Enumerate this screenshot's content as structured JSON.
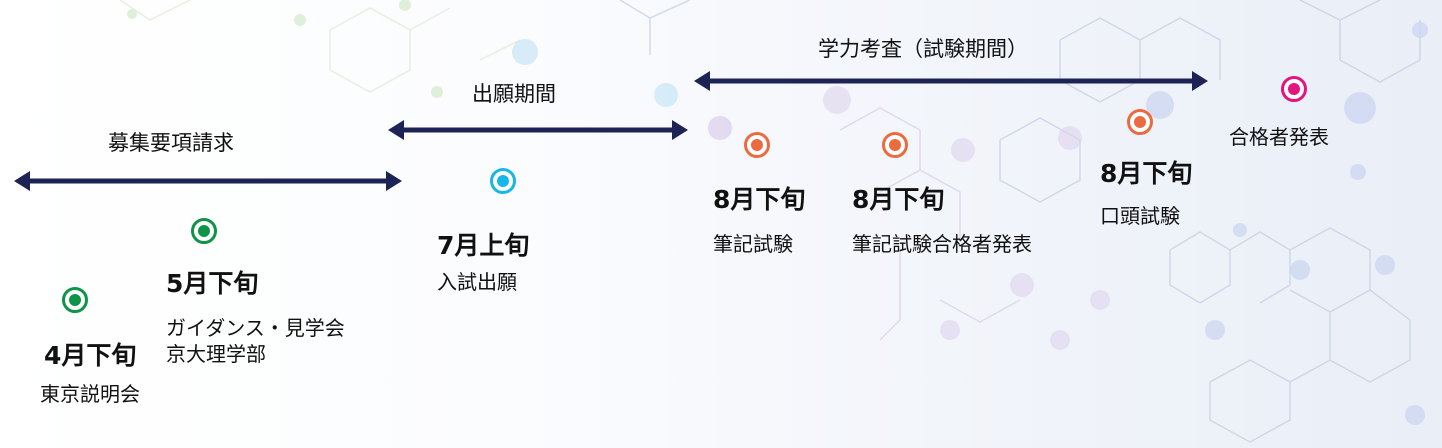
{
  "colors": {
    "arrow": "#1d2354",
    "green": "#0e9447",
    "cyan": "#16b7e8",
    "orange": "#ec6a3f",
    "magenta": "#e5127f"
  },
  "phases": {
    "request": "募集要項請求",
    "apply": "出願期間",
    "exam": "学力考査（試験期間）"
  },
  "events": [
    {
      "date": "4月下旬",
      "desc": "東京説明会",
      "color": "green"
    },
    {
      "date": "5月下旬",
      "desc1": "ガイダンス・見学会",
      "desc2": "京大理学部",
      "color": "green"
    },
    {
      "date": "7月上旬",
      "desc": "入試出願",
      "color": "cyan"
    },
    {
      "date": "8月下旬",
      "desc": "筆記試験",
      "color": "orange"
    },
    {
      "date": "8月下旬",
      "desc": "筆記試験合格者発表",
      "color": "orange"
    },
    {
      "date": "8月下旬",
      "desc": "口頭試験",
      "color": "orange"
    },
    {
      "desc": "合格者発表",
      "color": "magenta"
    }
  ]
}
